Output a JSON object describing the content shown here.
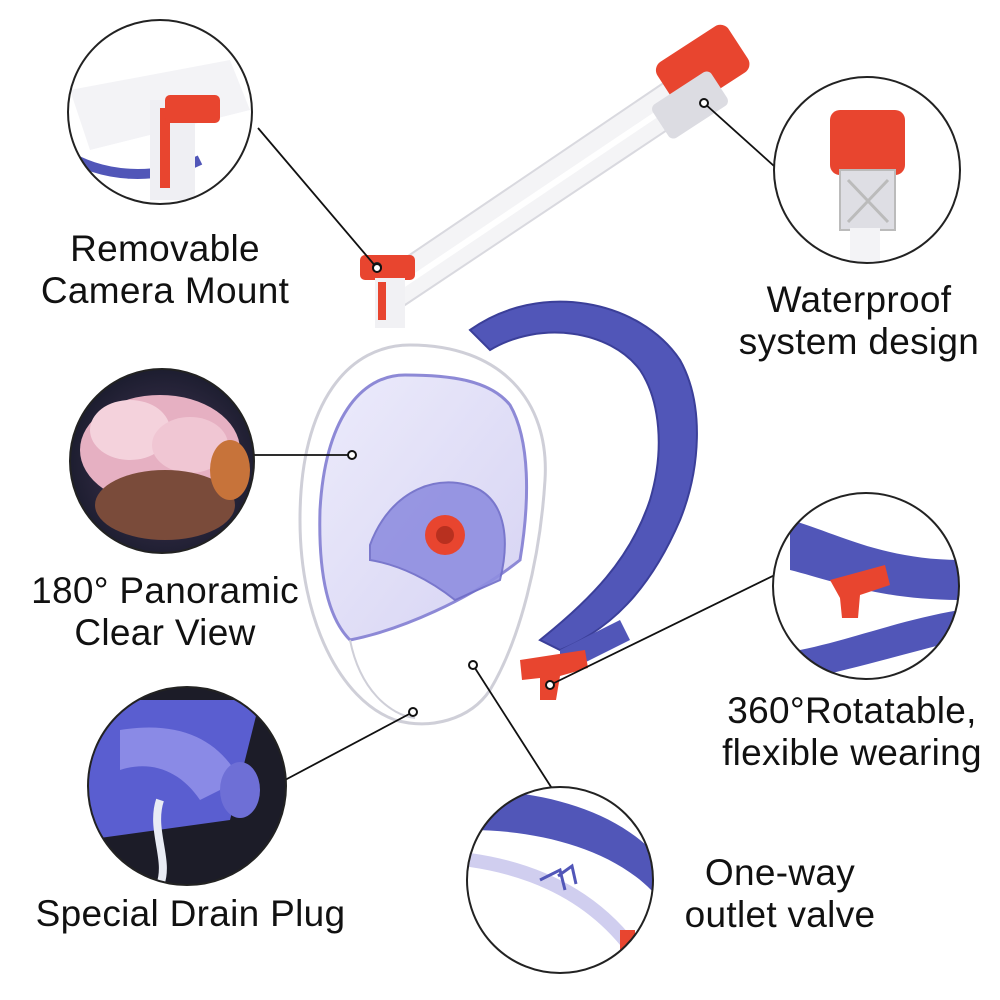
{
  "features": [
    {
      "id": "camera_mount",
      "lines": [
        "Removable",
        "Camera Mount"
      ]
    },
    {
      "id": "waterproof",
      "lines": [
        "Waterproof",
        "system design"
      ]
    },
    {
      "id": "panoramic",
      "lines": [
        "180° Panoramic",
        "Clear View"
      ]
    },
    {
      "id": "rotatable",
      "lines": [
        "360°Rotatable,",
        "flexible wearing"
      ]
    },
    {
      "id": "drain_plug",
      "lines": [
        "Special Drain Plug"
      ]
    },
    {
      "id": "outlet_valve",
      "lines": [
        "One-way",
        "outlet valve"
      ]
    }
  ],
  "colors": {
    "strap": "#5156b8",
    "accent": "#e8452f",
    "shell": "#ffffff",
    "lens": "#c9c6f0",
    "outline": "#2a2a2a"
  }
}
